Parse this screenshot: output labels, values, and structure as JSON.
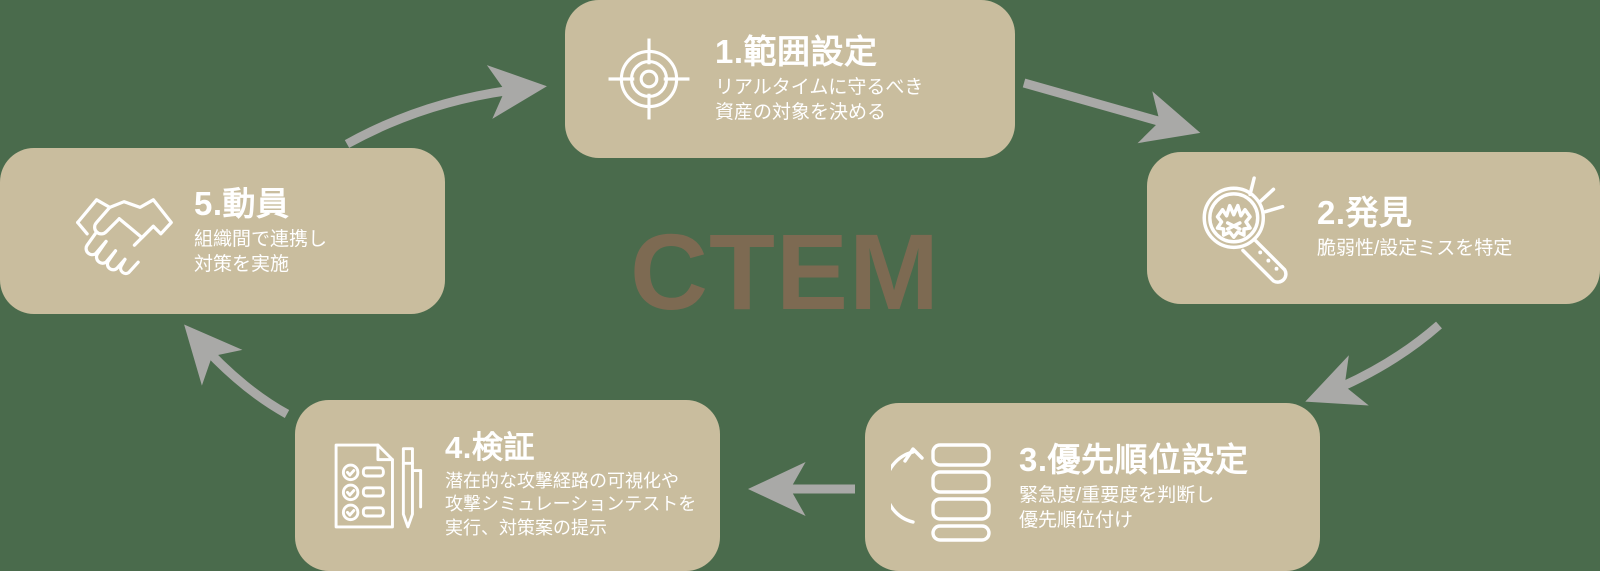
{
  "diagram": {
    "center_label": "CTEM",
    "background_color": "#4a6b4c",
    "node_color": "#c9bd9e",
    "node_text_color": "#ffffff",
    "center_text_color": "#7d6a52",
    "arrow_color": "#a9a9a7"
  },
  "nodes": [
    {
      "id": "node-1",
      "icon": "crosshair-target-icon",
      "title": "1.範囲設定",
      "desc": "リアルタイムに守るべき\n資産の対象を決める"
    },
    {
      "id": "node-2",
      "icon": "magnifier-bug-icon",
      "title": "2.発見",
      "desc": "脆弱性/設定ミスを特定"
    },
    {
      "id": "node-3",
      "icon": "stacked-list-refresh-icon",
      "title": "3.優先順位設定",
      "desc": "緊急度/重要度を判断し\n優先順位付け"
    },
    {
      "id": "node-4",
      "icon": "checklist-pen-icon",
      "title": "4.検証",
      "desc": "潜在的な攻撃経路の可視化や\n攻撃シミュレーションテストを\n実行、対策案の提示"
    },
    {
      "id": "node-5",
      "icon": "handshake-icon",
      "title": "5.動員",
      "desc": "組織間で連携し\n対策を実施"
    }
  ],
  "arrows": [
    {
      "name": "arrow-5-to-1",
      "from": "5.動員",
      "to": "1.範囲設定"
    },
    {
      "name": "arrow-1-to-2",
      "from": "1.範囲設定",
      "to": "2.発見"
    },
    {
      "name": "arrow-2-to-3",
      "from": "2.発見",
      "to": "3.優先順位設定"
    },
    {
      "name": "arrow-3-to-4",
      "from": "3.優先順位設定",
      "to": "4.検証"
    },
    {
      "name": "arrow-4-to-5",
      "from": "4.検証",
      "to": "5.動員"
    }
  ]
}
